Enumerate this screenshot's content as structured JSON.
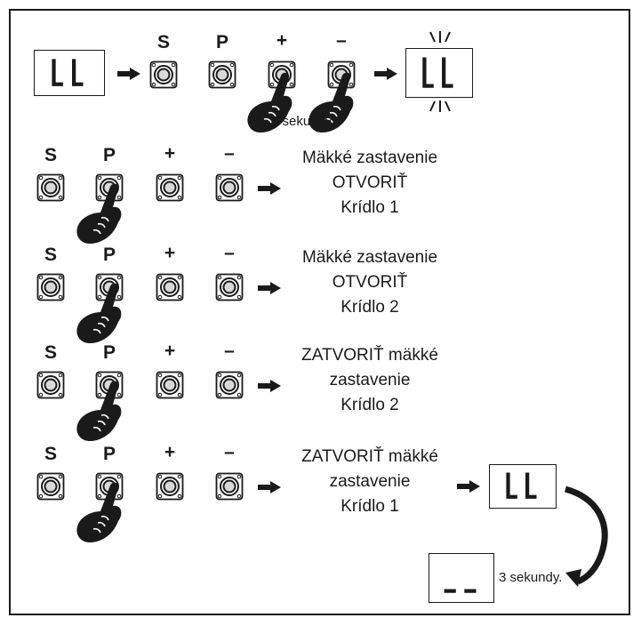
{
  "keys": {
    "s": "S",
    "p": "P",
    "plus": "+",
    "minus": "–"
  },
  "display": {
    "code": "LL",
    "blank": "--"
  },
  "top_row": {
    "hold_time": "2 sekundy."
  },
  "steps": [
    {
      "line1": "Mäkké zastavenie",
      "line2": "OTVORIŤ",
      "line3": "Krídlo 1"
    },
    {
      "line1": "Mäkké zastavenie",
      "line2": "OTVORIŤ",
      "line3": "Krídlo 2"
    },
    {
      "line1": "ZATVORIŤ mäkké",
      "line2": "zastavenie",
      "line3": "Krídlo 2"
    },
    {
      "line1": "ZATVORIŤ mäkké",
      "line2": "zastavenie",
      "line3": "Krídlo 1"
    }
  ],
  "end": {
    "wait_time": "3 sekundy."
  }
}
